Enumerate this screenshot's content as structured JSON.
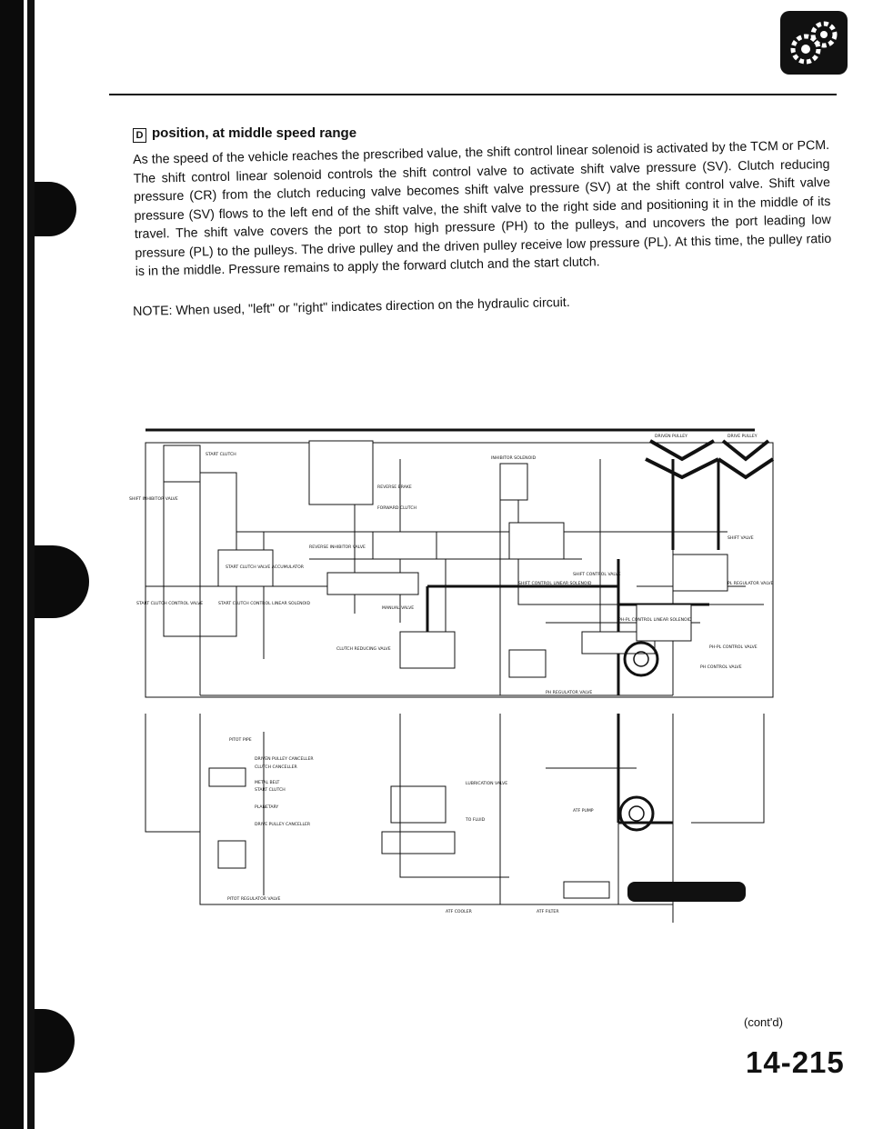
{
  "heading": {
    "range_symbol": "D",
    "title": "position, at middle speed range"
  },
  "paragraph": "As the speed of the vehicle reaches the prescribed value, the shift control linear solenoid is activated by the TCM or PCM. The shift control linear solenoid controls the shift control valve to activate shift valve pressure (SV). Clutch reducing pressure (CR) from the clutch reducing valve becomes shift valve pressure (SV) at the shift control valve. Shift valve pressure (SV) flows to the left end of the shift valve, the shift valve to the right side and positioning it in the middle of its travel. The shift valve covers the port to stop high pressure (PH) to the pulleys, and uncovers the port leading low pressure (PL) to the pulleys. The drive pulley and the driven pulley receive low pressure (PL). At this time, the pulley ratio is in the middle. Pressure remains to apply the forward clutch and the start clutch.",
  "note": "NOTE: When used, \"left\" or \"right\" indicates direction on the hydraulic circuit.",
  "diagram_labels": {
    "start_clutch": "START CLUTCH",
    "shift_inhibitor_valve": "SHIFT INHIBITOR VALVE",
    "reverse_brake": "REVERSE BRAKE",
    "forward_clutch": "FORWARD CLUTCH",
    "inhibitor_solenoid": "INHIBITOR SOLENOID",
    "driven_pulley": "DRIVEN PULLEY",
    "drive_pulley": "DRIVE PULLEY",
    "reverse_inhibitor_valve": "REVERSE INHIBITOR VALVE",
    "start_clutch_valve_accumulator": "START CLUTCH VALVE ACCUMULATOR",
    "shift_valve": "SHIFT VALVE",
    "shift_control_linear_solenoid": "SHIFT CONTROL LINEAR SOLENOID",
    "shift_control_valve": "SHIFT CONTROL VALVE",
    "pl_regulator_valve": "PL REGULATOR VALVE",
    "start_clutch_control_valve": "START CLUTCH CONTROL VALVE",
    "start_clutch_control_linear_solenoid": "START CLUTCH CONTROL LINEAR SOLENOID",
    "manual_valve": "MANUAL VALVE",
    "ph_pl_control_linear_solenoid": "PH-PL CONTROL LINEAR SOLENOID",
    "ph_pl_control_valve": "PH-PL CONTROL VALVE",
    "clutch_reducing_valve": "CLUTCH REDUCING VALVE",
    "ph_control_valve": "PH CONTROL VALVE",
    "ph_regulator_valve": "PH REGULATOR VALVE",
    "pitot_pipe": "PITOT PIPE",
    "driven_pulley_canceller": "DRIVEN PULLEY CANCELLER",
    "clutch_canceller": "CLUTCH CANCELLER",
    "metal_belt": "METAL BELT",
    "planetary": "PLANETARY",
    "drive_pulley_canceller": "DRIVE PULLEY CANCELLER",
    "lubrication_valve": "LUBRICATION VALVE",
    "atf_pump": "ATF PUMP",
    "pitot_regulator_valve": "PITOT REGULATOR VALVE",
    "atf_cooler": "ATF COOLER",
    "atf_filter": "ATF FILTER",
    "to_fluid": "TO FLUID"
  },
  "footer": {
    "continued": "(cont'd)",
    "page_number": "14-215"
  },
  "colors": {
    "ink": "#111111",
    "paper": "#ffffff"
  }
}
